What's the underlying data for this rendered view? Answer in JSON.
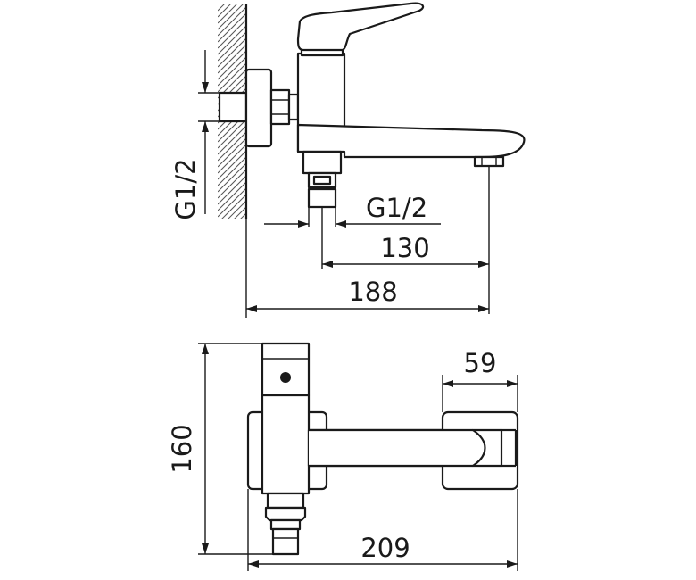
{
  "views": {
    "side": {
      "dim_thread_vertical": "G1/2",
      "dim_thread_horizontal": "G1/2",
      "dim_130": "130",
      "dim_188": "188"
    },
    "top": {
      "dim_59": "59",
      "dim_160": "160",
      "dim_209": "209"
    }
  },
  "colors": {
    "line": "#1a1a1a",
    "background": "#ffffff"
  }
}
